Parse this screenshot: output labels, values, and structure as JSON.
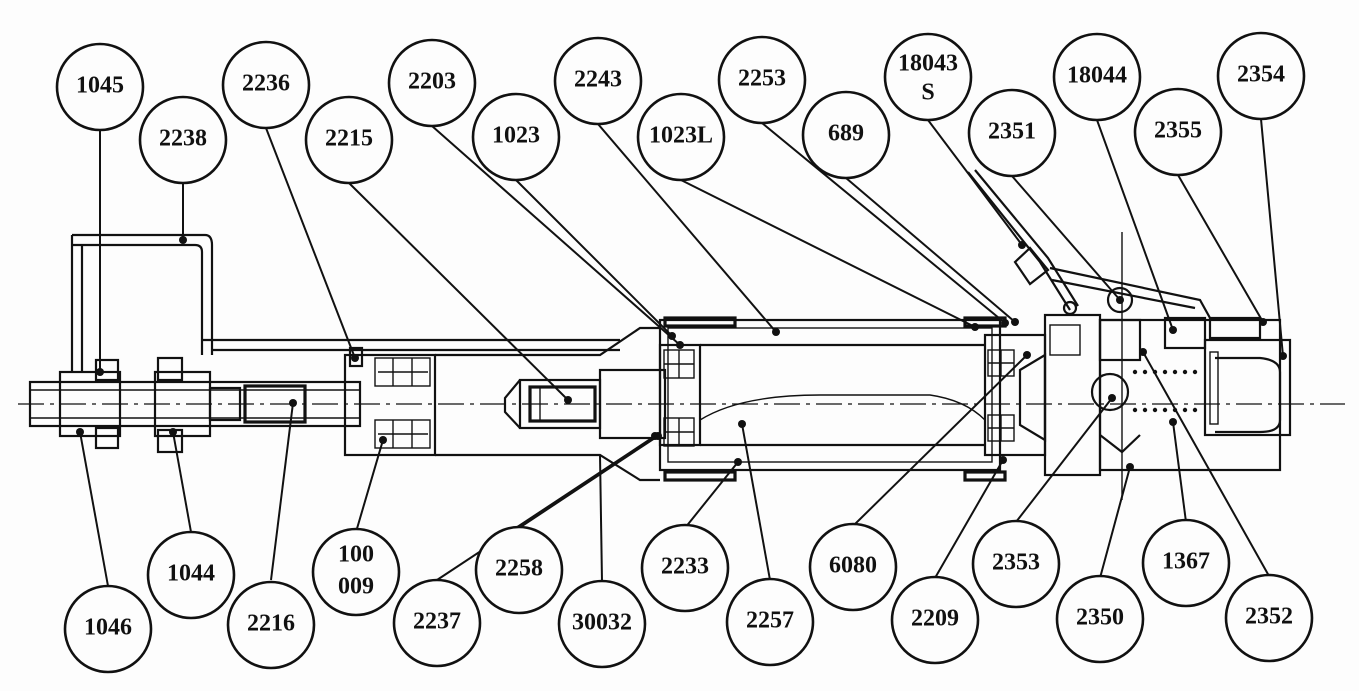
{
  "callouts": [
    {
      "id": "c1045",
      "lines": [
        "1045"
      ]
    },
    {
      "id": "c2238",
      "lines": [
        "2238"
      ]
    },
    {
      "id": "c2236",
      "lines": [
        "2236"
      ]
    },
    {
      "id": "c2215",
      "lines": [
        "2215"
      ]
    },
    {
      "id": "c2203",
      "lines": [
        "2203"
      ]
    },
    {
      "id": "c1023",
      "lines": [
        "1023"
      ]
    },
    {
      "id": "c2243",
      "lines": [
        "2243"
      ]
    },
    {
      "id": "c1023L",
      "lines": [
        "1023L"
      ]
    },
    {
      "id": "c2253",
      "lines": [
        "2253"
      ]
    },
    {
      "id": "c689",
      "lines": [
        "689"
      ]
    },
    {
      "id": "c18043S",
      "lines": [
        "18043",
        "S"
      ]
    },
    {
      "id": "c2351",
      "lines": [
        "2351"
      ]
    },
    {
      "id": "c18044",
      "lines": [
        "18044"
      ]
    },
    {
      "id": "c2355",
      "lines": [
        "2355"
      ]
    },
    {
      "id": "c2354",
      "lines": [
        "2354"
      ]
    },
    {
      "id": "c1046",
      "lines": [
        "1046"
      ]
    },
    {
      "id": "c1044",
      "lines": [
        "1044"
      ]
    },
    {
      "id": "c2216",
      "lines": [
        "2216"
      ]
    },
    {
      "id": "c100009",
      "lines": [
        "100",
        "009"
      ]
    },
    {
      "id": "c2237",
      "lines": [
        "2237"
      ]
    },
    {
      "id": "c2258",
      "lines": [
        "2258"
      ]
    },
    {
      "id": "c30032",
      "lines": [
        "30032"
      ]
    },
    {
      "id": "c2233",
      "lines": [
        "2233"
      ]
    },
    {
      "id": "c2257",
      "lines": [
        "2257"
      ]
    },
    {
      "id": "c6080",
      "lines": [
        "6080"
      ]
    },
    {
      "id": "c2209",
      "lines": [
        "2209"
      ]
    },
    {
      "id": "c2353",
      "lines": [
        "2353"
      ]
    },
    {
      "id": "c2350",
      "lines": [
        "2350"
      ]
    },
    {
      "id": "c1367",
      "lines": [
        "1367"
      ]
    },
    {
      "id": "c2352",
      "lines": [
        "2352"
      ]
    }
  ]
}
